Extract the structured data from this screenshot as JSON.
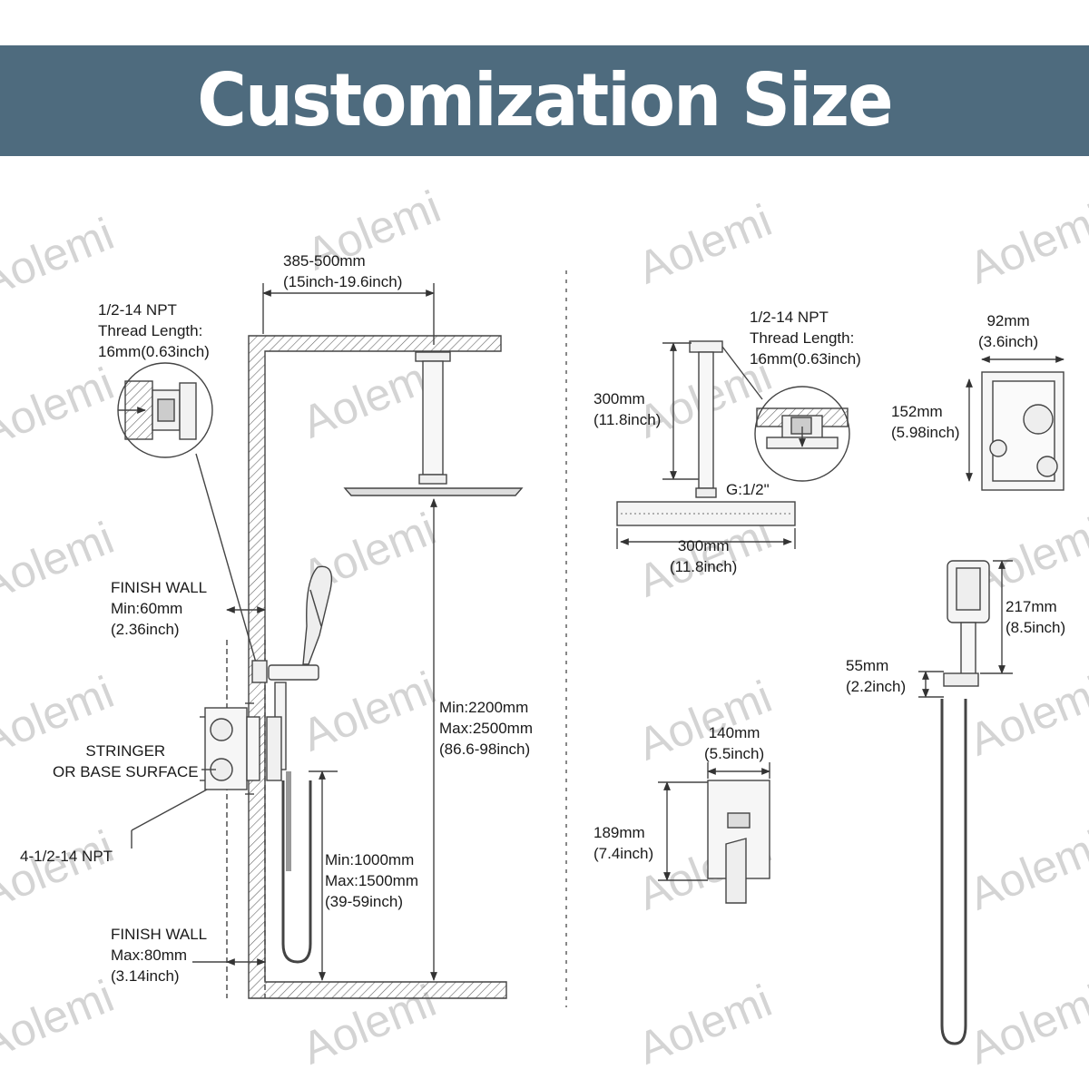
{
  "title": "Customization Size",
  "watermark": "Aolemi",
  "left_diagram": {
    "arm_length": {
      "mm": "385-500mm",
      "inch": "(15inch-19.6inch)"
    },
    "thread_note": {
      "line1": "1/2-14 NPT",
      "line2": "Thread Length:",
      "line3": "16mm(0.63inch)"
    },
    "finish_wall_min": {
      "line1": "FINISH WALL",
      "line2": "Min:60mm",
      "line3": "(2.36inch)"
    },
    "stringer": {
      "line1": "STRINGER",
      "line2": "OR BASE SURFACE"
    },
    "npt_inlets": "4-1/2-14 NPT",
    "finish_wall_max": {
      "line1": "FINISH WALL",
      "line2": "Max:80mm",
      "line3": "(3.14inch)"
    },
    "shower_head_height": {
      "line1": "Min:2200mm",
      "line2": "Max:2500mm",
      "line3": "(86.6-98inch)"
    },
    "slide_bar_height": {
      "line1": "Min:1000mm",
      "line2": "Max:1500mm",
      "line3": "(39-59inch)"
    }
  },
  "right_diagram": {
    "shower_arm_height": {
      "mm": "300mm",
      "inch": "(11.8inch)"
    },
    "thread_note": {
      "line1": "1/2-14 NPT",
      "line2": "Thread Length:",
      "line3": "16mm(0.63inch)"
    },
    "connection": "G:1/2\"",
    "head_width": {
      "mm": "300mm",
      "inch": "(11.8inch)"
    },
    "valve_width": {
      "mm": "92mm",
      "inch": "(3.6inch)"
    },
    "valve_height": {
      "mm": "152mm",
      "inch": "(5.98inch)"
    },
    "handheld_length": {
      "mm": "217mm",
      "inch": "(8.5inch)"
    },
    "holder_height": {
      "mm": "55mm",
      "inch": "(2.2inch)"
    },
    "trim_width": {
      "mm": "140mm",
      "inch": "(5.5inch)"
    },
    "trim_height": {
      "mm": "189mm",
      "inch": "(7.4inch)"
    }
  }
}
